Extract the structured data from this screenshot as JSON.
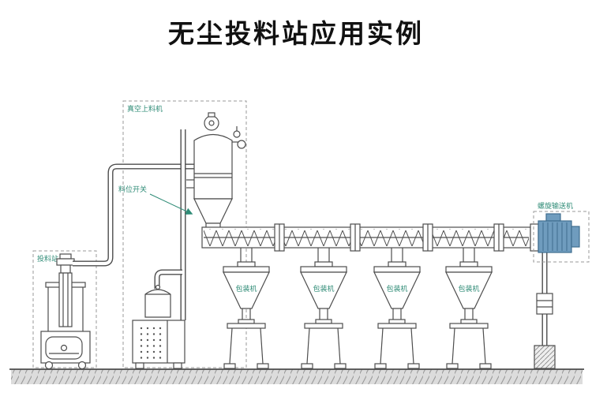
{
  "title": "无尘投料站应用实例",
  "diagram": {
    "labels": {
      "feeding_station": "投料站",
      "vacuum_feeder": "真空上料机",
      "level_switch": "料位开关",
      "screw_conveyor": "螺旋输送机"
    },
    "packers": [
      {
        "label": "包装机"
      },
      {
        "label": "包装机"
      },
      {
        "label": "包装机"
      },
      {
        "label": "包装机"
      }
    ]
  },
  "colors": {
    "title_text": "#111111",
    "line": "#4d4d4d",
    "label_text": "#2e8b76",
    "motor_fill": "#6f9cbe",
    "motor_stroke": "#3f6d8f",
    "ground_fill": "#dcdcdc",
    "boundary": "#9a9a9a"
  }
}
